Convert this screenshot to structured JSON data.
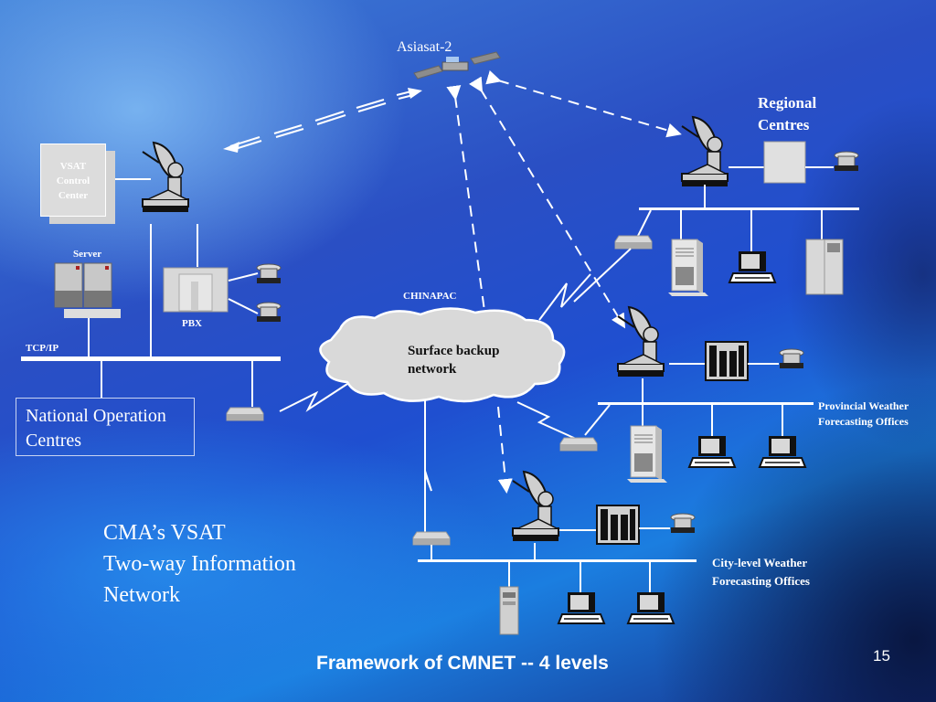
{
  "slide": {
    "page_number": "15",
    "footer_title": "Framework of CMNET --  4 levels",
    "caption": "CMA’s VSAT\nTwo-way Information\nNetwork"
  },
  "nodes": {
    "satellite": {
      "label": "Asiasat-2",
      "icon": "satellite-icon"
    },
    "vsat_control": {
      "label": "VSAT\nControl\nCenter"
    },
    "server": {
      "label": "Server"
    },
    "pbx": {
      "label": "PBX"
    },
    "tcpip": {
      "label": "TCP/IP"
    },
    "national": {
      "label": "National Operation\nCentres"
    },
    "chinapac": {
      "label": "CHINAPAC"
    },
    "surface": {
      "label": "Surface  backup\nnetwork"
    },
    "regional": {
      "label": "Regional\nCentres"
    },
    "provincial": {
      "label": "Provincial Weather\nForecasting Offices"
    },
    "city": {
      "label": "City-level Weather\nForecasting Offices"
    }
  },
  "colors": {
    "link": "#ffffff",
    "device_gray": "#cfcfcf",
    "cloud": "#d9d9d9",
    "text": "#ffffff"
  }
}
